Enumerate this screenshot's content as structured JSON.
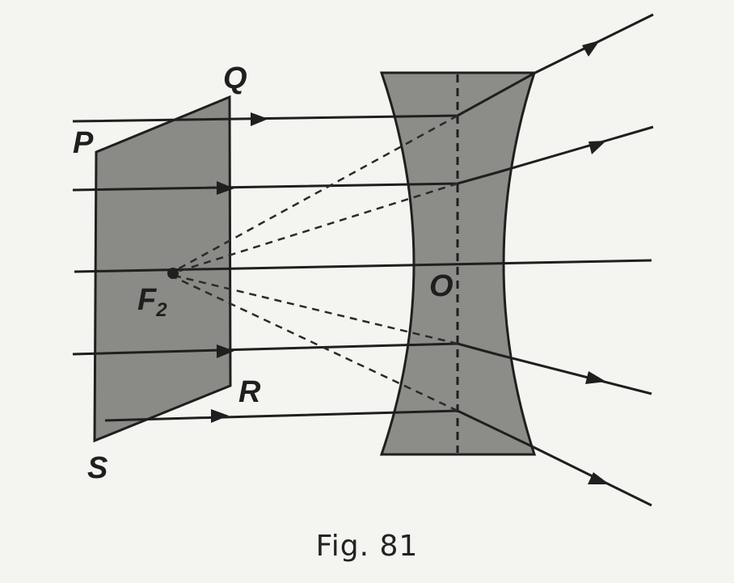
{
  "labels": {
    "P": "P",
    "Q": "Q",
    "R": "R",
    "S": "S",
    "F": "F",
    "F_sub": "2",
    "O": "O"
  },
  "caption": "Fig. 81",
  "colors": {
    "background": "#f4f4f1",
    "plane_fill": "#8a8a86",
    "lens_fill": "#8c8c88",
    "ray": "#1f1f1f"
  }
}
